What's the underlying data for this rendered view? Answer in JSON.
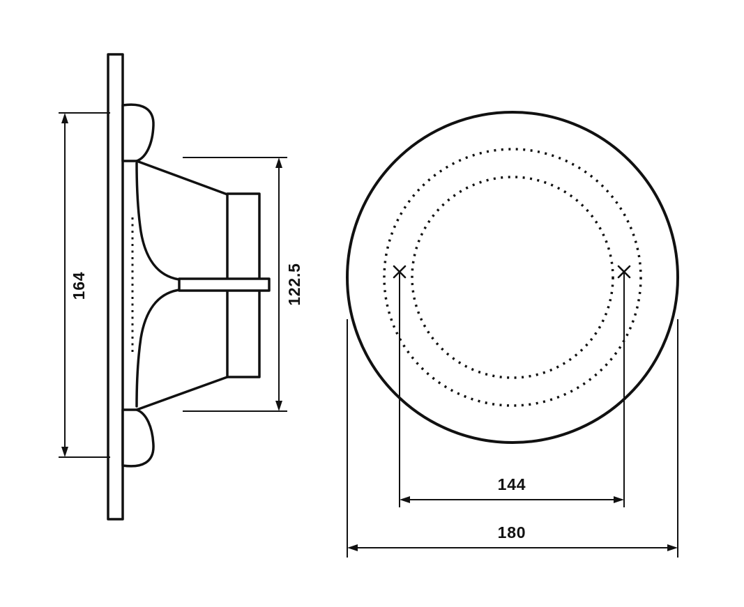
{
  "page": {
    "background_color": "#ffffff",
    "line_color": "#111111"
  },
  "dimensions": {
    "side_outer_height": "164",
    "side_inner_height": "122.5",
    "front_hole_spacing": "144",
    "front_outer_diameter": "180"
  }
}
